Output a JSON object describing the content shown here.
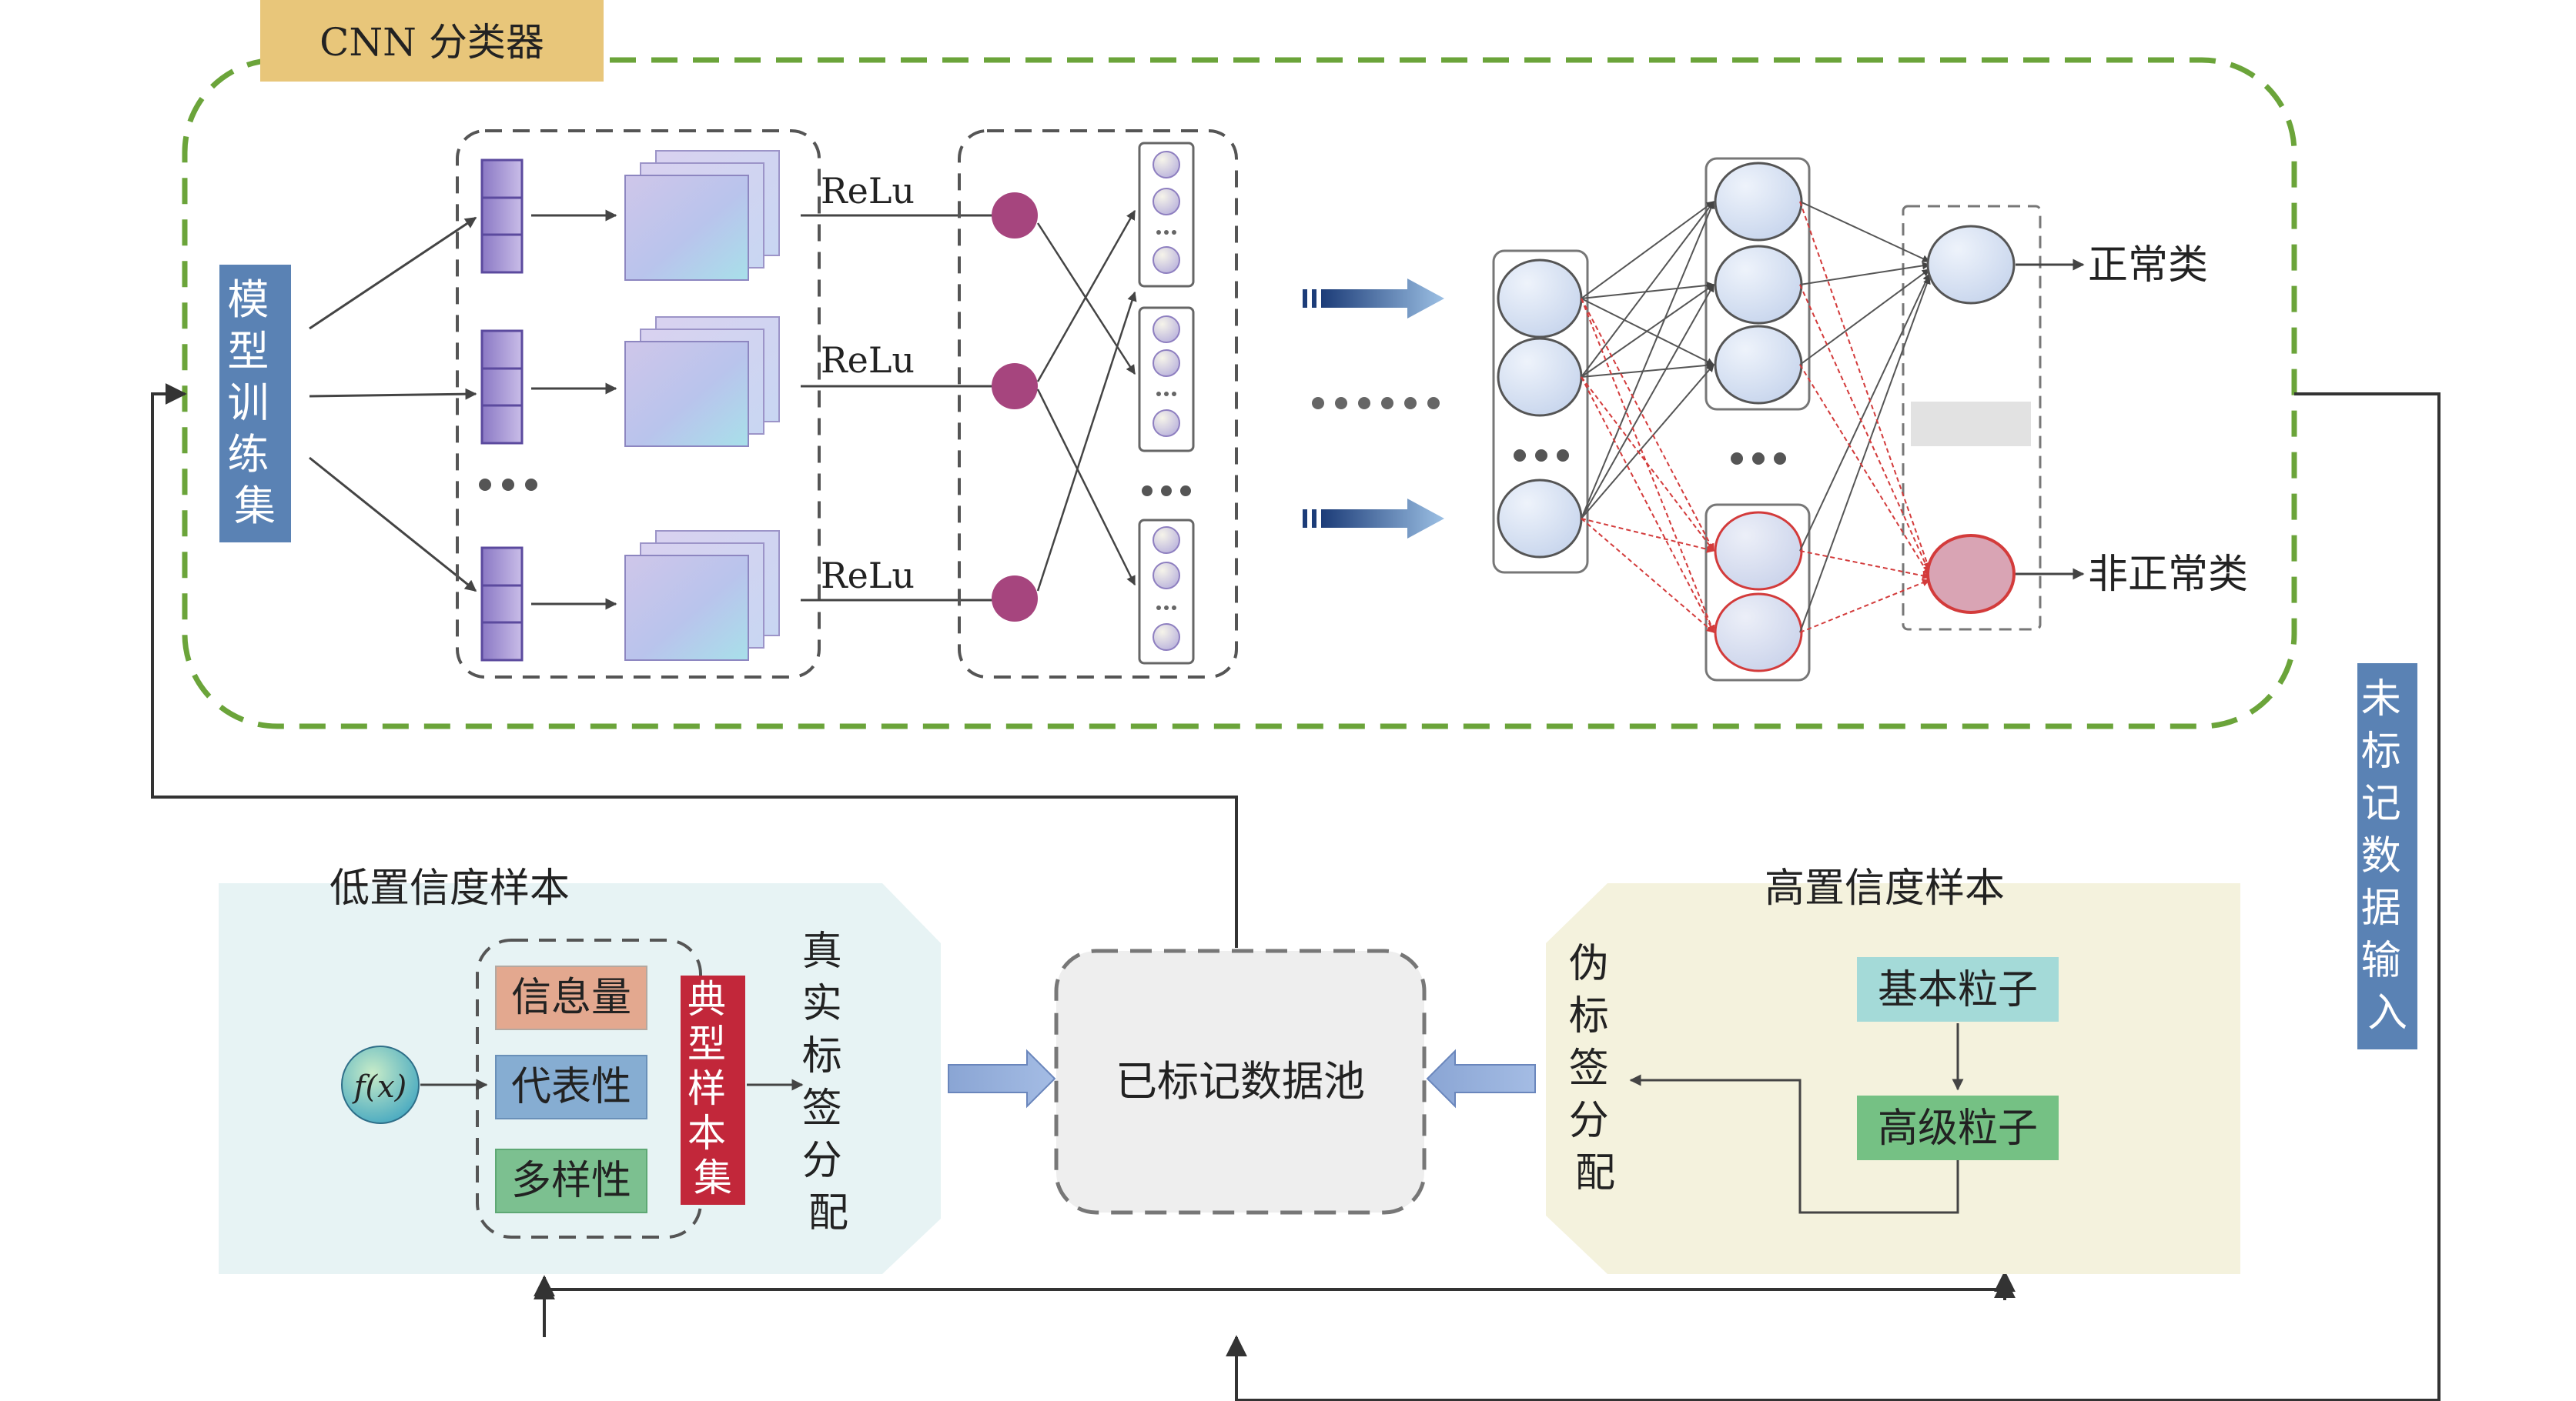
{
  "cnn": {
    "title": "CNN 分类器",
    "training_set": "模型训练集",
    "relu": [
      "ReLu",
      "ReLu",
      "ReLu"
    ],
    "output_normal": "正常类",
    "output_abnormal": "非正常类"
  },
  "loop": {
    "unlabeled_input": "未标记数据输入"
  },
  "low_conf": {
    "title": "低置信度样本",
    "function": "f(x)",
    "criteria": [
      "信息量",
      "代表性",
      "多样性"
    ],
    "typical_set": "典型样本集",
    "true_label": "真实标签分配"
  },
  "pool": {
    "label": "已标记数据池"
  },
  "high_conf": {
    "title": "高置信度样本",
    "basic_granule": "基本粒子",
    "advanced_granule": "高级粒子",
    "pseudo_label": "伪标签分配"
  },
  "colors": {
    "cnn_frame": "#6ba43a",
    "title_tag": "#e8c67a",
    "side_label": "#5a82b4",
    "neuron": "#a6457e",
    "low_panel": "#e7f3f4",
    "high_panel": "#f4f2dd",
    "info": "#e3a88f",
    "repr": "#86add2",
    "diversity": "#7cc090",
    "typical": "#c2273a",
    "basic": "#a4dad8",
    "advanced": "#75c184",
    "abnormal": "#d33b3b"
  }
}
